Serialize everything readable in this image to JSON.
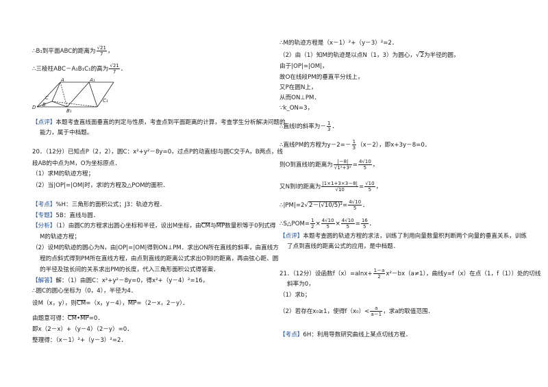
{
  "left": {
    "l1": "∴B₁到平面ABC的距离为",
    "l1_frac_num": "√21",
    "l1_frac_den": "7",
    "l2": "∴三棱柱ABC－A₁B₁C₁的高为",
    "l2_frac_num": "√21",
    "l2_frac_den": "7",
    "fig_labels": [
      "A",
      "A₁",
      "C",
      "C₁",
      "B",
      "B₁",
      "D"
    ],
    "dianping_tag": "【点评】",
    "dianping": "本题考查直线面垂直的判定与性质，考查点到平面距离的计算，考查学生分析解决问题的",
    "dianping2": "能力，属于中档题。",
    "q20_head": "20．（12分）已知点P（2，2），圆C：x²+y²－8y=0，过点P的动直线l与圆C交于A，B两点，线",
    "q20_head2": "段AB的中点为M，O为坐标原点．",
    "q20_1": "（1）求M的轨迹方程；",
    "q20_2": "（2）当|OP|=|OM|时，求l的方程及△POM的面积．",
    "kaodian_tag": "【考点】",
    "kaodian": "%H：三角形的面积公式；J3：轨迹方程．",
    "zhuanti_tag": "【专题】",
    "zhuanti": "5B：直线与圆．",
    "fenxi_tag": "【分析】",
    "fenxi1": "（1）由圆C的方程求出圆心坐标和半径，设出M坐标，由",
    "fenxi1_v1": "CM",
    "fenxi1_mid": "与",
    "fenxi1_v2": "MP",
    "fenxi1_end": "数量积等于0列式得",
    "fenxi2": "M的轨迹方程；",
    "fenxi3": "（2）设M的轨迹的圆心为N，由|OP|=|OM|得到ON⊥PM．求出ON所在直线的斜率，由直线方",
    "fenxi4": "程的点斜式得到PM所在直线方程，由点到直线的距离公式求出O到l的距离，再由弦心距、圆",
    "fenxi5": "的半径及弦长间的关系求出PM的长度，代入三角形面积公式得答案．",
    "jieda_tag": "【解答】",
    "jieda1": "解：（1）由圆C：x²+y²－8y=0，得x²+（y－4）²=16，",
    "jieda2": "∴圆C的圆心坐标为（0，4），半径为4．",
    "jieda3a": "设M（x，y），则",
    "jieda3_v1": "CM",
    "jieda3b": "=（x，y－4），",
    "jieda3_v2": "MP",
    "jieda3c": "=（2－x，2－y）．",
    "jieda4a": "由题意可得：",
    "jieda4_v1": "CM",
    "jieda4_v2": "MP",
    "jieda4b": "=0．",
    "jieda5": "即x（2－x）+（y－4）（2－y）=0．",
    "jieda6": "整理得：（x－1）²+（y－3）²=2．"
  },
  "right": {
    "r1": "∴M的轨迹方程是（x－1）²+（y－3）²=2．",
    "r2a": "（2）由（1）知M的轨迹是以点N（1，3）为圆心，",
    "r2_sqrt": "2",
    "r2b": "为半径的圆，",
    "r3": "由于|OP|=|OM|，",
    "r4": "故O在线段PM的垂直平分线上，",
    "r5": "又P在圆N上，",
    "r6": "从而ON⊥PM．",
    "r7": "∵k_ON=3，",
    "r8a": "∴直线l的斜率为－",
    "r8_num": "1",
    "r8_den": "3",
    "r9a": "∴直线PM的方程为y－2=－",
    "r9_num": "1",
    "r9_den": "3",
    "r9b": "（x－2），即x+3y－8=0．",
    "r10a": "则O到直线l的距离为",
    "r10_num": "|－8|",
    "r10_den": "√1²+3²",
    "r10_num2": "4√10",
    "r10_den2": "5",
    "r11a": "又N到l的距离为",
    "r11_num": "|1×1+3×3－8|",
    "r11_den": "√10",
    "r11_num2": "√10",
    "r11_den2": "5",
    "r12a": "∴|PM|=2",
    "r12_inner": "2－(√10/5)²",
    "r12_num": "4√10",
    "r12_den": "5",
    "r13a": "∴S△POM=",
    "r13_n1": "1",
    "r13_d1": "2",
    "r13_n2": "4√10",
    "r13_d2": "5",
    "r13_n3": "4√10",
    "r13_d3": "5",
    "r13_n4": "16",
    "r13_d4": "5",
    "dianping_tag": "【点评】",
    "dianping1": "本题考查圆的轨迹方程的求法，训练了利用向量数量积判断两个向量的垂直关系，训练",
    "dianping2": "了点到直线的距离公式的应用，是中档题．",
    "q21a": "21．（12分）设函数f（x）=alnx+",
    "q21_num": "1－a",
    "q21_den": "2",
    "q21b": "x²－bx（a≠1），曲线y=f（x）在点（1，f（1））处的切线",
    "q21_2": "斜率为0，",
    "q21_3": "（1）求b；",
    "q21_4a": "（2）若存在x₀≥1，使得f（x₀）<",
    "q21_4_num": "a",
    "q21_4_den": "a－1",
    "q21_4b": "，求a的取值范围．",
    "kaodian_tag": "【考点】",
    "kaodian": "6H：利用导数研究曲线上某点切线方程．"
  }
}
